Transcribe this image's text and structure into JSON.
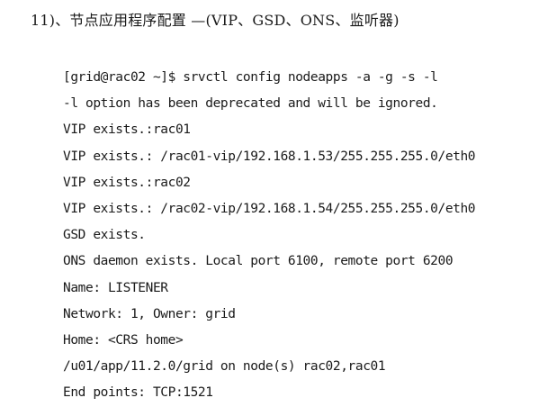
{
  "document": {
    "heading": "11)、节点应用程序配置 —(VIP、GSD、ONS、监听器)"
  },
  "terminal": {
    "lines": [
      "[grid@rac02 ~]$ srvctl config nodeapps -a -g -s -l",
      "-l option has been deprecated and will be ignored.",
      "VIP exists.:rac01",
      "VIP exists.: /rac01-vip/192.168.1.53/255.255.255.0/eth0",
      "VIP exists.:rac02",
      "VIP exists.: /rac02-vip/192.168.1.54/255.255.255.0/eth0",
      "GSD exists.",
      "ONS daemon exists. Local port 6100, remote port 6200",
      "Name: LISTENER",
      "Network: 1, Owner: grid",
      "Home: <CRS home>",
      "/u01/app/11.2.0/grid on node(s) rac02,rac01",
      "End points: TCP:1521"
    ]
  }
}
